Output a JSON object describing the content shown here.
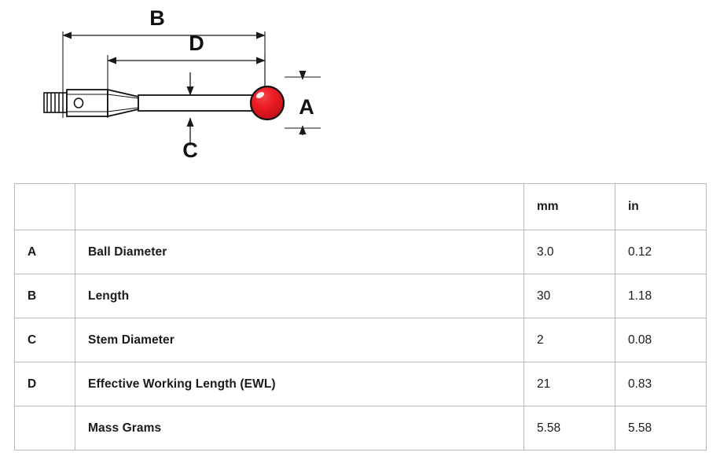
{
  "diagram": {
    "name": "touch-probe-stylus-dimension-drawing",
    "labels": {
      "a": "A",
      "b": "B",
      "c": "C",
      "d": "D"
    },
    "colors": {
      "ball": "#ED1C24",
      "ball_shadow": "#B81017",
      "ball_highlight": "#FFFFFF",
      "outline": "#111111",
      "dimension_line": "#1a1a1a",
      "background": "#FFFFFF"
    },
    "parts": [
      "threaded-shank",
      "hex-body",
      "tapered-neck",
      "stem",
      "ruby-ball"
    ]
  },
  "table": {
    "columns": [
      "",
      "",
      "mm",
      "in"
    ],
    "header": {
      "letter": "",
      "description": "",
      "mm": "mm",
      "in": "in"
    },
    "rows": [
      {
        "letter": "A",
        "description": "Ball Diameter",
        "mm": "3.0",
        "in": "0.12"
      },
      {
        "letter": "B",
        "description": "Length",
        "mm": "30",
        "in": "1.18"
      },
      {
        "letter": "C",
        "description": "Stem Diameter",
        "mm": "2",
        "in": "0.08"
      },
      {
        "letter": "D",
        "description": "Effective Working Length (EWL)",
        "mm": "21",
        "in": "0.83"
      },
      {
        "letter": "",
        "description": "Mass Grams",
        "mm": "5.58",
        "in": "5.58"
      }
    ]
  }
}
